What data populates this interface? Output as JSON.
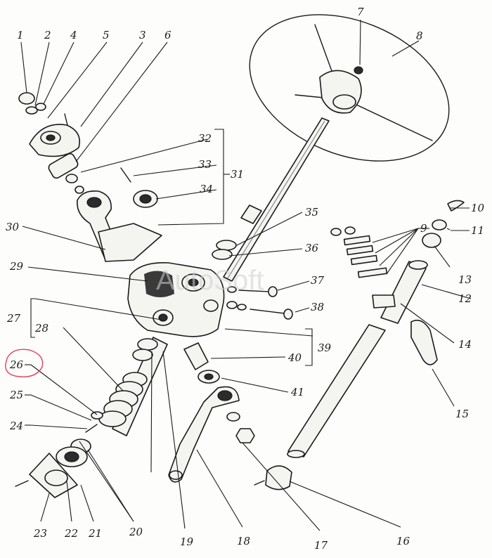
{
  "watermark": "AutoSoft",
  "highlight_color": "#e0425a",
  "labels": {
    "l1": "1",
    "l2": "2",
    "l3": "3",
    "l4": "4",
    "l5": "5",
    "l6": "6",
    "l7": "7",
    "l8": "8",
    "l9": "9",
    "l10": "10",
    "l11": "11",
    "l12": "12",
    "l13": "13",
    "l14": "14",
    "l15": "15",
    "l16": "16",
    "l17": "17",
    "l18": "18",
    "l19": "19",
    "l20": "20",
    "l21": "21",
    "l22": "22",
    "l23": "23",
    "l24": "24",
    "l25": "25",
    "l26": "26",
    "l27": "27",
    "l28": "28",
    "l29": "29",
    "l30": "30",
    "l31": "31",
    "l32": "32",
    "l33": "33",
    "l34": "34",
    "l35": "35",
    "l36": "36",
    "l37": "37",
    "l38": "38",
    "l39": "39",
    "l40": "40",
    "l41": "41"
  }
}
